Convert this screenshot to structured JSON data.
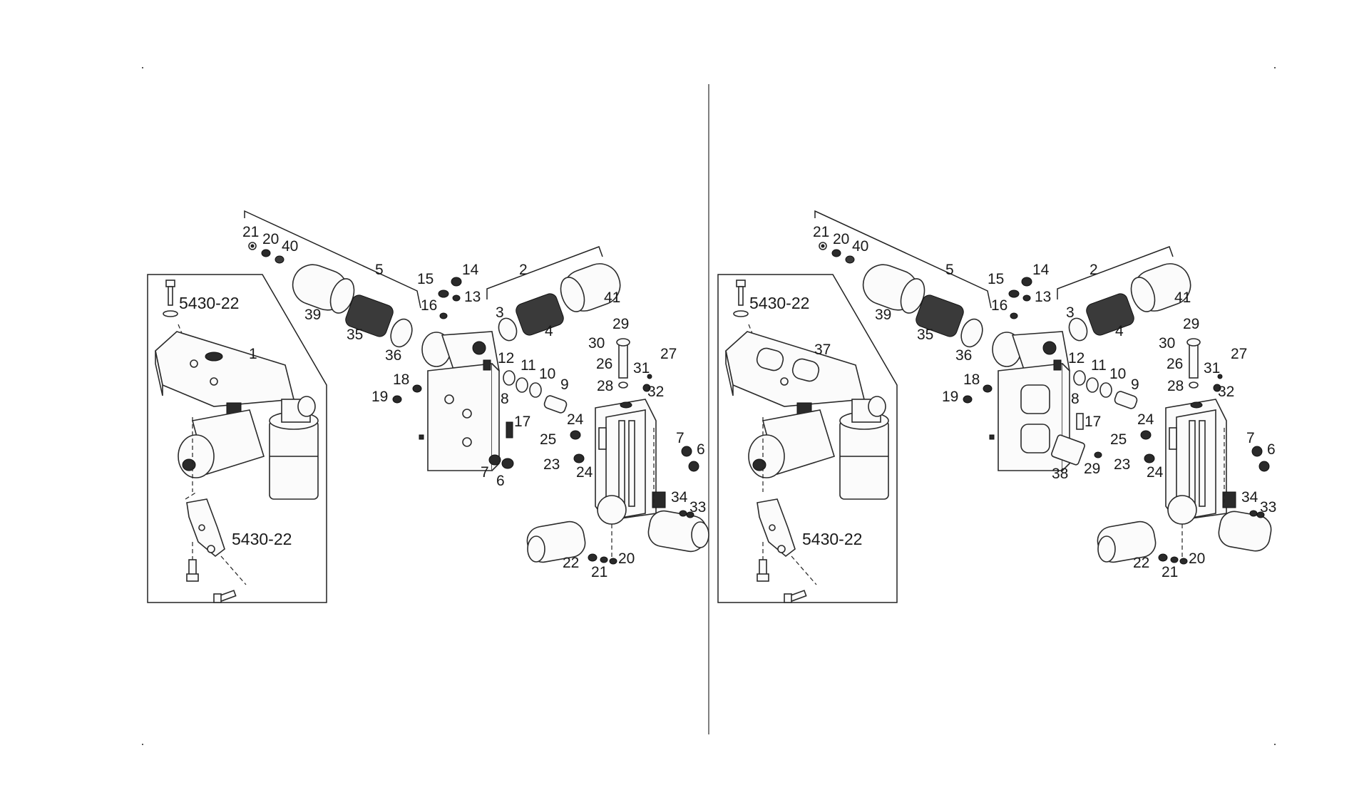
{
  "diagram": {
    "panels": [
      {
        "callouts": {
          "c21": "21",
          "c20": "20",
          "c40": "40",
          "c5": "5",
          "c15": "15",
          "c14": "14",
          "c13": "13",
          "c2": "2",
          "c41": "41",
          "c39": "39",
          "c35": "35",
          "c16": "16",
          "c3": "3",
          "c4": "4",
          "c36": "36",
          "c29": "29",
          "c30": "30",
          "c27": "27",
          "c26": "26",
          "c12": "12",
          "c11": "11",
          "c10": "10",
          "c31": "31",
          "c18": "18",
          "c9": "9",
          "c28": "28",
          "c32": "32",
          "c19": "19",
          "c8": "8",
          "c17": "17",
          "c24a": "24",
          "c25": "25",
          "c7b": "7",
          "c6b": "6",
          "c23": "23",
          "c24b": "24",
          "c7a": "7",
          "c6a": "6",
          "c34": "34",
          "c33": "33",
          "c22": "22",
          "c21b": "21",
          "c20b": "20",
          "c1": "1"
        },
        "refs": {
          "top": "5430-22",
          "bottom": "5430-22"
        }
      },
      {
        "callouts": {
          "c21": "21",
          "c20": "20",
          "c40": "40",
          "c5": "5",
          "c15": "15",
          "c14": "14",
          "c13": "13",
          "c2": "2",
          "c41": "41",
          "c39": "39",
          "c35": "35",
          "c16": "16",
          "c3": "3",
          "c4": "4",
          "c36": "36",
          "c29": "29",
          "c30": "30",
          "c27": "27",
          "c26": "26",
          "c12": "12",
          "c11": "11",
          "c10": "10",
          "c31": "31",
          "c18": "18",
          "c9": "9",
          "c28": "28",
          "c32": "32",
          "c19": "19",
          "c8": "8",
          "c17": "17",
          "c24a": "24",
          "c25": "25",
          "c7b": "7",
          "c6b": "6",
          "c23": "23",
          "c24b": "24",
          "c38": "38",
          "c29b": "29",
          "c34": "34",
          "c33": "33",
          "c22": "22",
          "c21b": "21",
          "c20b": "20",
          "c37": "37"
        },
        "refs": {
          "top": "5430-22",
          "bottom": "5430-22"
        }
      }
    ]
  }
}
